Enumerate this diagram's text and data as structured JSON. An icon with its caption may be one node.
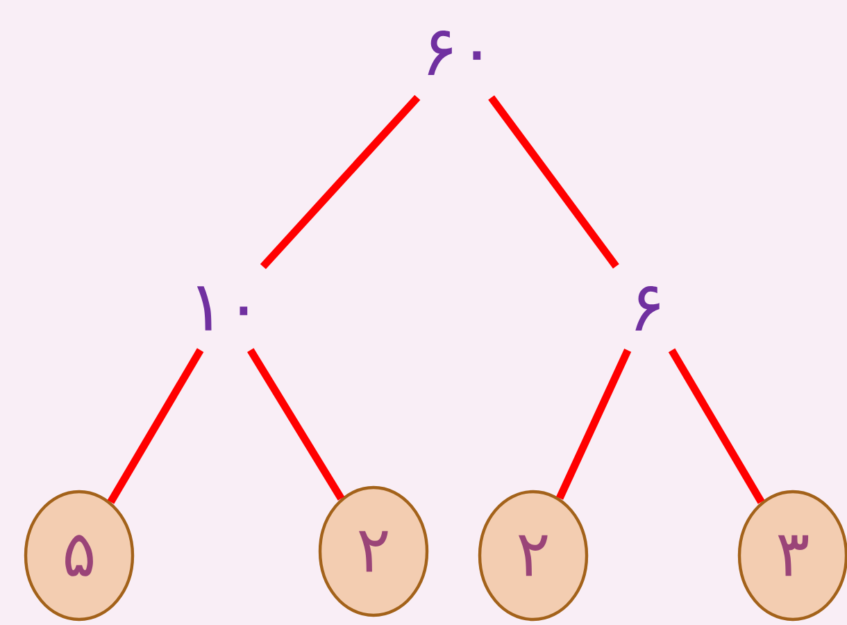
{
  "diagram": {
    "nodes": [
      {
        "text": [
          "۶۰"
        ]
      },
      {
        "text": [
          "۱۰"
        ]
      },
      {
        "text": [
          "۶"
        ]
      },
      {
        "text": [
          "۵"
        ]
      },
      {
        "text": [
          "۲"
        ]
      },
      {
        "text": [
          "۲"
        ]
      },
      {
        "text": [
          "۳"
        ]
      }
    ],
    "edges": [
      {
        "from": 0,
        "to": 1,
        "arrow": "none"
      },
      {
        "from": 0,
        "to": 2,
        "arrow": "none"
      },
      {
        "from": 1,
        "to": 3,
        "arrow": "none"
      },
      {
        "from": 1,
        "to": 4,
        "arrow": "none"
      },
      {
        "from": 2,
        "to": 5,
        "arrow": "none"
      },
      {
        "from": 2,
        "to": 6,
        "arrow": "none"
      }
    ]
  }
}
